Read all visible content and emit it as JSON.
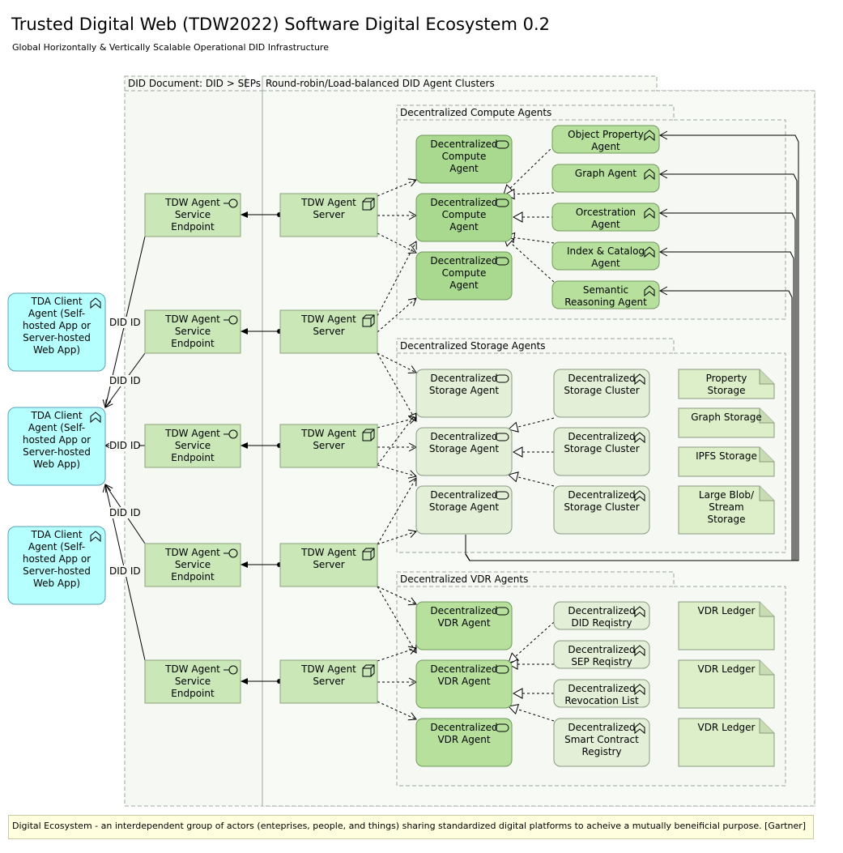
{
  "title": "Trusted Digital Web (TDW2022) Software Digital Ecosystem 0.2",
  "subtitle": "Global Horizontally & Vertically Scalable Operational DID Infrastructure",
  "groups": {
    "did_document": "DID Document: DID > SEPs",
    "agent_clusters": "Round-robin/Load-balanced DID Agent Clusters",
    "compute": "Decentralized Compute Agents",
    "storage": "Decentralized Storage Agents",
    "vdr": "Decentralized VDR Agents"
  },
  "clients": [
    [
      "TDA Client",
      "Agent (Self-",
      "hosted App or",
      "Server-hosted",
      "Web App)"
    ],
    [
      "TDA Client",
      "Agent (Self-",
      "hosted App or",
      "Server-hosted",
      "Web App)"
    ],
    [
      "TDA Client",
      "Agent (Self-",
      "hosted App or",
      "Server-hosted",
      "Web App)"
    ]
  ],
  "did_id_label": "DID ID",
  "endpoints": [
    [
      "TDW Agent",
      "Service",
      "Endpoint"
    ],
    [
      "TDW Agent",
      "Service",
      "Endpoint"
    ],
    [
      "TDW Agent",
      "Service",
      "Endpoint"
    ],
    [
      "TDW Agent",
      "Service",
      "Endpoint"
    ],
    [
      "TDW Agent",
      "Service",
      "Endpoint"
    ]
  ],
  "servers": [
    [
      "TDW Agent",
      "Server"
    ],
    [
      "TDW Agent",
      "Server"
    ],
    [
      "TDW Agent",
      "Server"
    ],
    [
      "TDW Agent",
      "Server"
    ],
    [
      "TDW Agent",
      "Server"
    ]
  ],
  "compute_agents": [
    [
      "Decentralized",
      "Compute",
      "Agent"
    ],
    [
      "Decentralized",
      "Compute",
      "Agent"
    ],
    [
      "Decentralized",
      "Compute",
      "Agent"
    ]
  ],
  "compute_roles": [
    [
      "Object Property",
      "Agent"
    ],
    [
      "Graph Agent"
    ],
    [
      "Orcestration",
      "Agent"
    ],
    [
      "Index & Catalog",
      "Agent"
    ],
    [
      "Semantic",
      "Reasoning Agent"
    ]
  ],
  "storage_agents": [
    [
      "Decentralized",
      "Storage Agent"
    ],
    [
      "Decentralized",
      "Storage Agent"
    ],
    [
      "Decentralized",
      "Storage Agent"
    ]
  ],
  "storage_clusters": [
    [
      "Decentralized",
      "Storage Cluster"
    ],
    [
      "Decentralized",
      "Storage Cluster"
    ],
    [
      "Decentralized",
      "Storage Cluster"
    ]
  ],
  "storage_types": [
    [
      "Property",
      "Storage"
    ],
    [
      "Graph Storage"
    ],
    [
      "IPFS Storage"
    ],
    [
      "Large Blob/",
      "Stream",
      "Storage"
    ]
  ],
  "vdr_agents": [
    [
      "Decentralized",
      "VDR Agent"
    ],
    [
      "Decentralized",
      "VDR Agent"
    ],
    [
      "Decentralized",
      "VDR Agent"
    ]
  ],
  "vdr_roles": [
    [
      "Decentralized",
      "DID Reqistry"
    ],
    [
      "Decentralized",
      "SEP  Reqistry"
    ],
    [
      "Decentralized",
      "Revocation List"
    ],
    [
      "Decentralized",
      "Smart Contract",
      "Registry"
    ]
  ],
  "vdr_ledgers": [
    [
      "VDR Ledger"
    ],
    [
      "VDR Ledger"
    ],
    [
      "VDR Ledger"
    ]
  ],
  "footer_note": "Digital Ecosystem - an interdependent group of actors (enteprises, people, and things) sharing standardized digital platforms to acheive a mutually beneificial purpose. [Gartner]",
  "colors": {
    "client_fill": "#b5ffff",
    "client_stroke": "#5a9fb5",
    "app_fill": "#c9e7b7",
    "app_stroke": "#8aa37a",
    "agent_fill": "#a9d98e",
    "agent_stroke": "#6f9a5b",
    "role_fill": "#b6e09c",
    "storage_fill": "#e3efd7",
    "artifact_fill": "#dcefc8",
    "note_fill": "#ffffe0",
    "group_fill": "#f6f9f3",
    "group_stroke": "#9aa99a"
  }
}
